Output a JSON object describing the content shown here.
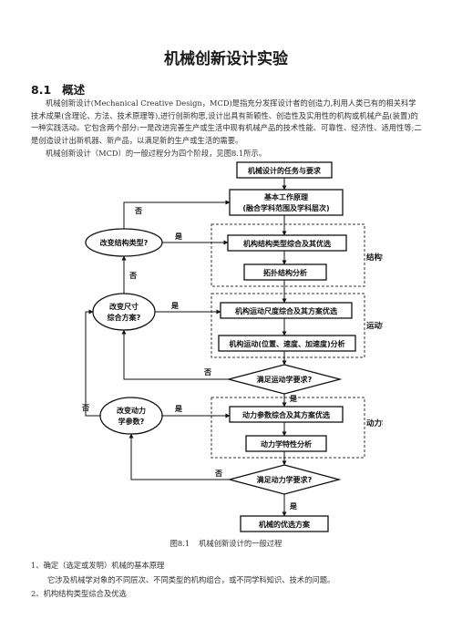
{
  "doc": {
    "title": "机械创新设计实验",
    "section_num": "8.1",
    "section_title": "概述",
    "para1": "机械创新设计(Mechanical Creative Design，MCD)是指充分发挥设计者的创造力,利用人类已有的相关科学技术成果(含理论、方法、技术原理等),进行创新构思,设计出具有新颖性、创造性及实用性的机构或机械产品(装置)的一种实践活动。它包含两个部分:一是改进完善生产或生活中现有机械产品的技术性能、可靠性、经济性、适用性等;二是创造设计出新机器、新产品，以满足新的生产或生活的需要。",
    "para2": "机械创新设计（MCD）的一般过程分为四个阶段，见图8.1所示。",
    "caption_num": "图8.1",
    "caption_text": "机械创新设计的一般过程",
    "list1": "1、确定（选定或发明）机械的基本原理",
    "list1_body": "它涉及机械学对象的不同层次、不同类型的机构组合，或不同学科知识、技术的问题。",
    "list2": "2、机构结构类型综合及优选"
  },
  "flowchart": {
    "task": "机械设计的任务与要求",
    "principle1": "基本工作原理",
    "principle2": "(融合学科范围及学科层次)",
    "struct_synth": "机构结构类型综合及其优选",
    "topo": "拓扑结构分析",
    "kin_synth": "机构运动尺度综合及其方案优选",
    "kin_analysis": "机构运动(位置、速度、加速度)分析",
    "kin_check": "满足运动学要求?",
    "dyn_synth": "动力参数综合及其方案优选",
    "dyn_analysis": "动力学特性分析",
    "dyn_check": "满足动力学要求?",
    "final": "机械的优选方案",
    "change_struct": "改变结构类型?",
    "change_dim1": "改变尺寸",
    "change_dim2": "综合方案?",
    "change_dyn1": "改变动力",
    "change_dyn2": "学参数?",
    "label_struct": "结构学",
    "label_kin": "运动学",
    "label_dyn": "动力学",
    "yes": "是",
    "no": "否"
  }
}
